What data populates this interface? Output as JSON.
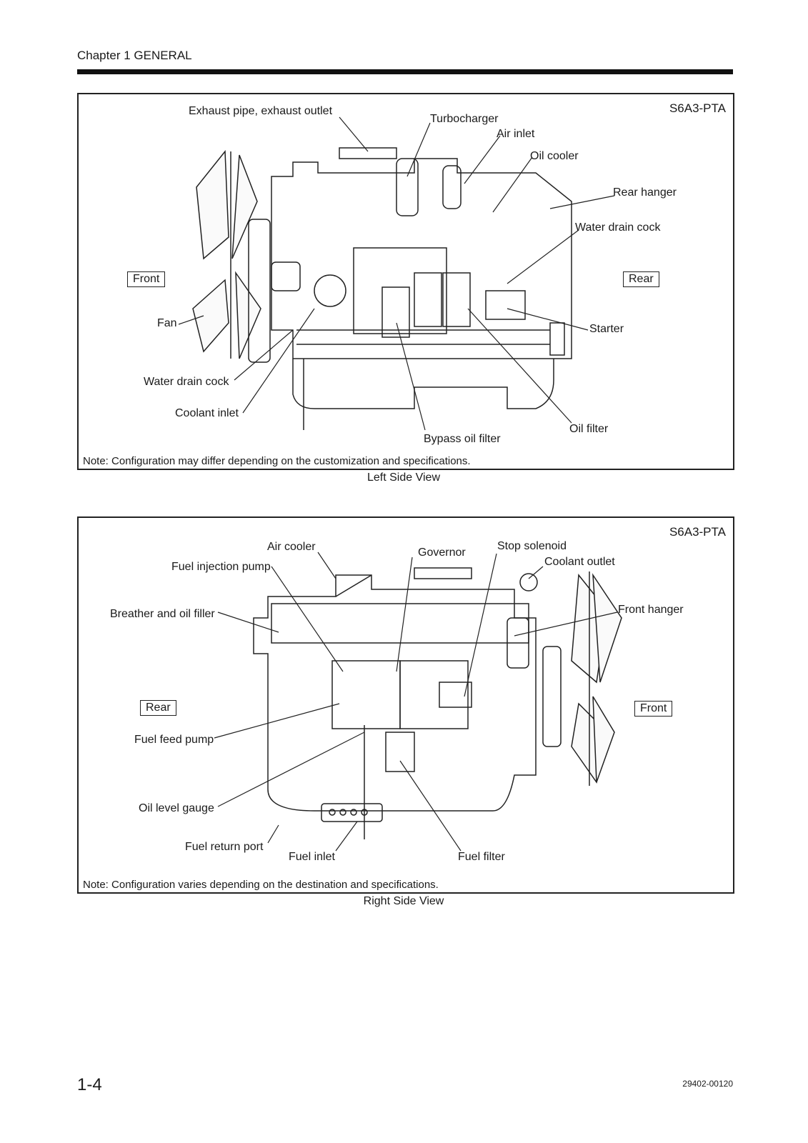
{
  "header": {
    "chapter": "Chapter 1 GENERAL"
  },
  "left_view": {
    "model": "S6A3-PTA",
    "caption": "Left Side View",
    "note": "Note: Configuration may differ depending on the customization and specifications.",
    "direction_front": "Front",
    "direction_rear": "Rear",
    "labels": {
      "exhaust": "Exhaust pipe, exhaust outlet",
      "turbocharger": "Turbocharger",
      "air_inlet": "Air inlet",
      "oil_cooler": "Oil cooler",
      "rear_hanger": "Rear hanger",
      "water_drain_cock_rear": "Water drain cock",
      "fan": "Fan",
      "starter": "Starter",
      "water_drain_cock_front": "Water drain cock",
      "coolant_inlet": "Coolant inlet",
      "oil_filter": "Oil filter",
      "bypass_oil_filter": "Bypass oil filter"
    }
  },
  "right_view": {
    "model": "S6A3-PTA",
    "caption": "Right Side View",
    "note": "Note: Configuration varies depending on the destination and specifications.",
    "direction_rear": "Rear",
    "direction_front": "Front",
    "labels": {
      "air_cooler": "Air cooler",
      "governor": "Governor",
      "stop_solenoid": "Stop solenoid",
      "coolant_outlet": "Coolant outlet",
      "fuel_injection_pump": "Fuel injection pump",
      "breather": "Breather and oil filler",
      "front_hanger": "Front hanger",
      "fuel_feed_pump": "Fuel feed pump",
      "oil_level_gauge": "Oil level gauge",
      "fuel_return_port": "Fuel return port",
      "fuel_inlet": "Fuel inlet",
      "fuel_filter": "Fuel filter"
    }
  },
  "footer": {
    "page_number": "1-4",
    "doc_number": "29402-00120"
  }
}
